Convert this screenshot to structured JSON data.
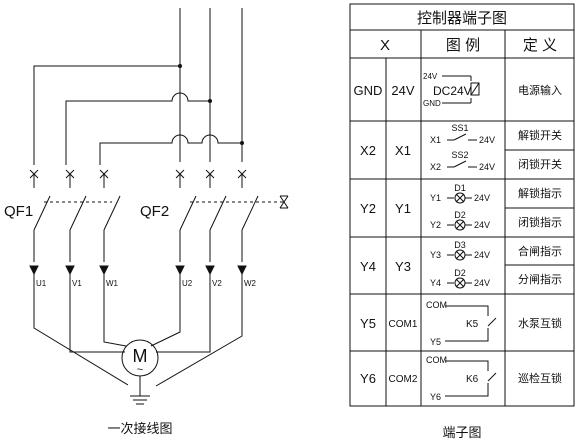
{
  "wiring": {
    "breaker_1": "QF1",
    "breaker_2": "QF2",
    "terminals": [
      "U1",
      "V1",
      "W1",
      "U2",
      "V2",
      "W2"
    ],
    "motor_label": "M",
    "motor_symbol": "~",
    "caption": "一次接线图"
  },
  "terminal": {
    "title": "控制器端子图",
    "headers": {
      "x": "X",
      "symbol": "图 例",
      "definition": "定 义"
    },
    "caption": "端子图",
    "rows": [
      {
        "a": "GND",
        "b": "24V",
        "def": [
          "电源输入"
        ],
        "sym": {
          "top": "24V",
          "mid": "DC24V",
          "bottom": "GND"
        }
      },
      {
        "a": "X2",
        "b": "X1",
        "def": [
          "解锁开关",
          "闭锁开关"
        ],
        "sym": [
          {
            "in": "X1",
            "name": "SS1",
            "out": "24V"
          },
          {
            "in": "X2",
            "name": "SS2",
            "out": "24V"
          }
        ]
      },
      {
        "a": "Y2",
        "b": "Y1",
        "def": [
          "解锁指示",
          "闭锁指示"
        ],
        "sym": [
          {
            "in": "Y1",
            "name": "D1",
            "out": "24V"
          },
          {
            "in": "Y2",
            "name": "D2",
            "out": "24V"
          }
        ]
      },
      {
        "a": "Y4",
        "b": "Y3",
        "def": [
          "合闸指示",
          "分闸指示"
        ],
        "sym": [
          {
            "in": "Y3",
            "name": "D3",
            "out": "24V"
          },
          {
            "in": "Y4",
            "name": "D2",
            "out": "24V"
          }
        ]
      },
      {
        "a": "Y5",
        "b": "COM1",
        "def": [
          "水泵互锁"
        ],
        "sym": {
          "top": "COM",
          "relay": "K5",
          "bottom": "Y5"
        }
      },
      {
        "a": "Y6",
        "b": "COM2",
        "def": [
          "巡检互锁"
        ],
        "sym": {
          "top": "COM",
          "relay": "K6",
          "bottom": "Y6"
        }
      }
    ]
  }
}
